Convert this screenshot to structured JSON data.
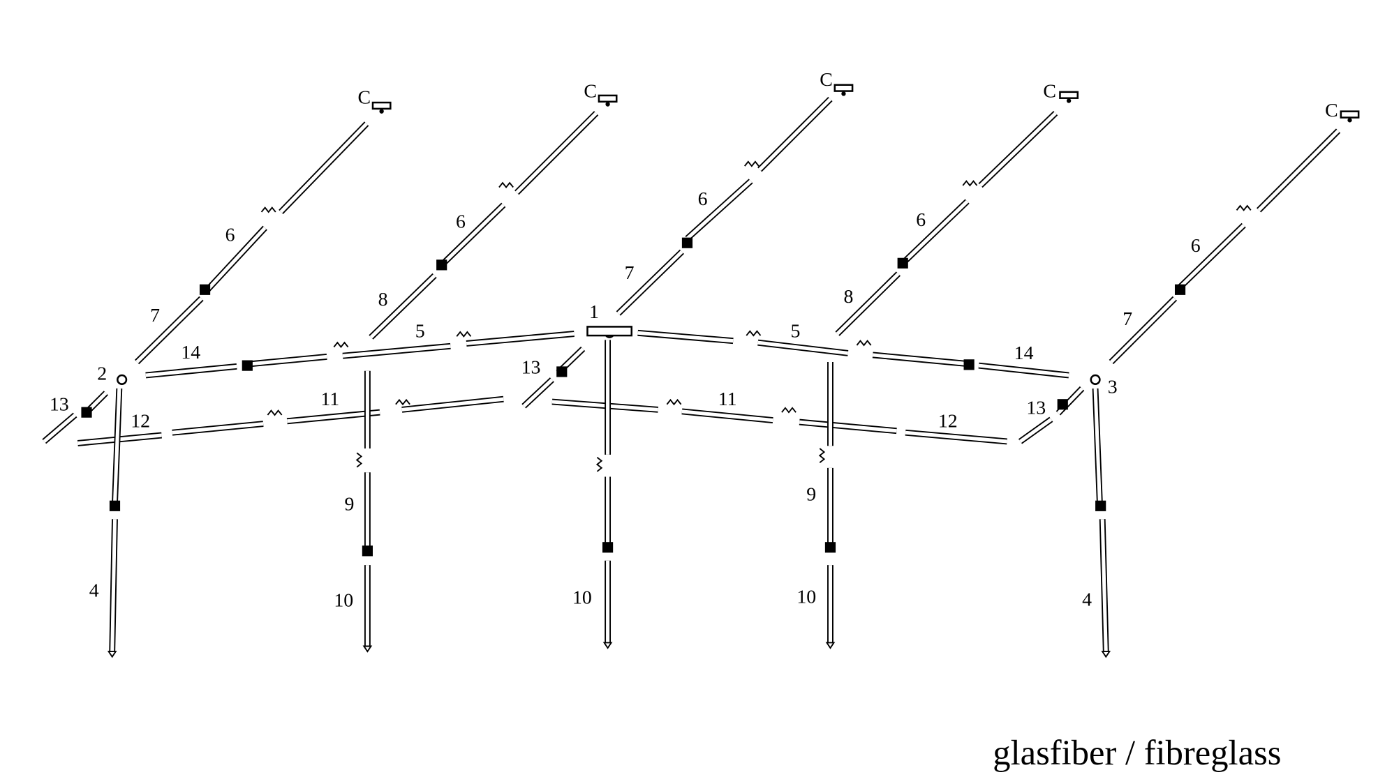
{
  "diagram": {
    "caption": "glasfiber / fibreglass",
    "connector_labels": [
      "C",
      "C",
      "C",
      "C",
      "C"
    ],
    "junction_labels": {
      "center": "1",
      "left_corner": "2",
      "right_corner": "3"
    },
    "pole_labels": {
      "rafter_upper": [
        "6",
        "6",
        "6",
        "6",
        "6"
      ],
      "rafter_lower_corner": [
        "7",
        "7",
        "7"
      ],
      "rafter_lower_mid": [
        "8",
        "8"
      ],
      "ridge_inner": [
        "5",
        "5"
      ],
      "ridge_outer": [
        "14",
        "14"
      ],
      "brace": [
        "13",
        "13",
        "13"
      ],
      "eave_outer": [
        "12",
        "12"
      ],
      "eave_inner": [
        "11",
        "11"
      ],
      "corner_leg": [
        "4",
        "4"
      ],
      "mid_leg_upper": [
        "9",
        "9"
      ],
      "mid_leg_lower": [
        "10",
        "10",
        "10"
      ]
    },
    "colors": {
      "line": "#000000",
      "tube_fill": "#ffffff",
      "joint": "#000000"
    }
  }
}
